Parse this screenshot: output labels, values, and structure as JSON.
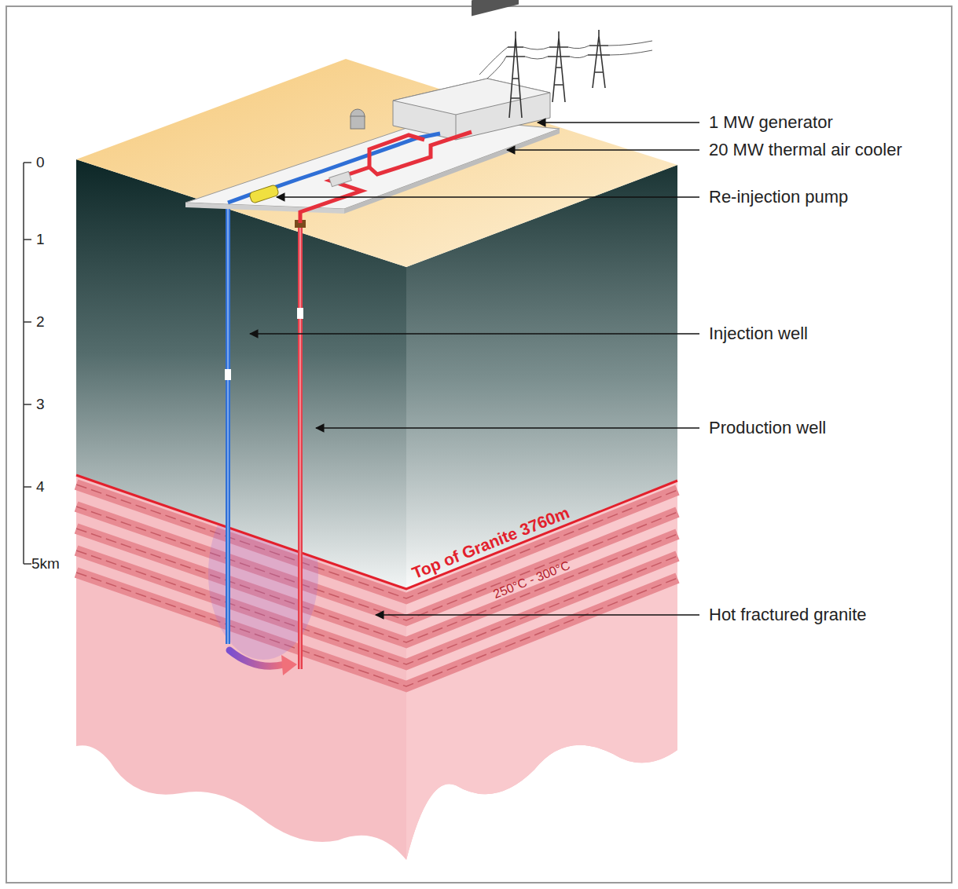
{
  "diagram": {
    "labels": [
      "1 MW generator",
      "20 MW thermal air cooler",
      "Re-injection pump",
      "Injection well",
      "Production well",
      "Top of Granite 3760m",
      "250°C - 300°C",
      "Hot fractured granite",
      "0",
      "1",
      "2",
      "3",
      "4",
      "5km"
    ]
  }
}
